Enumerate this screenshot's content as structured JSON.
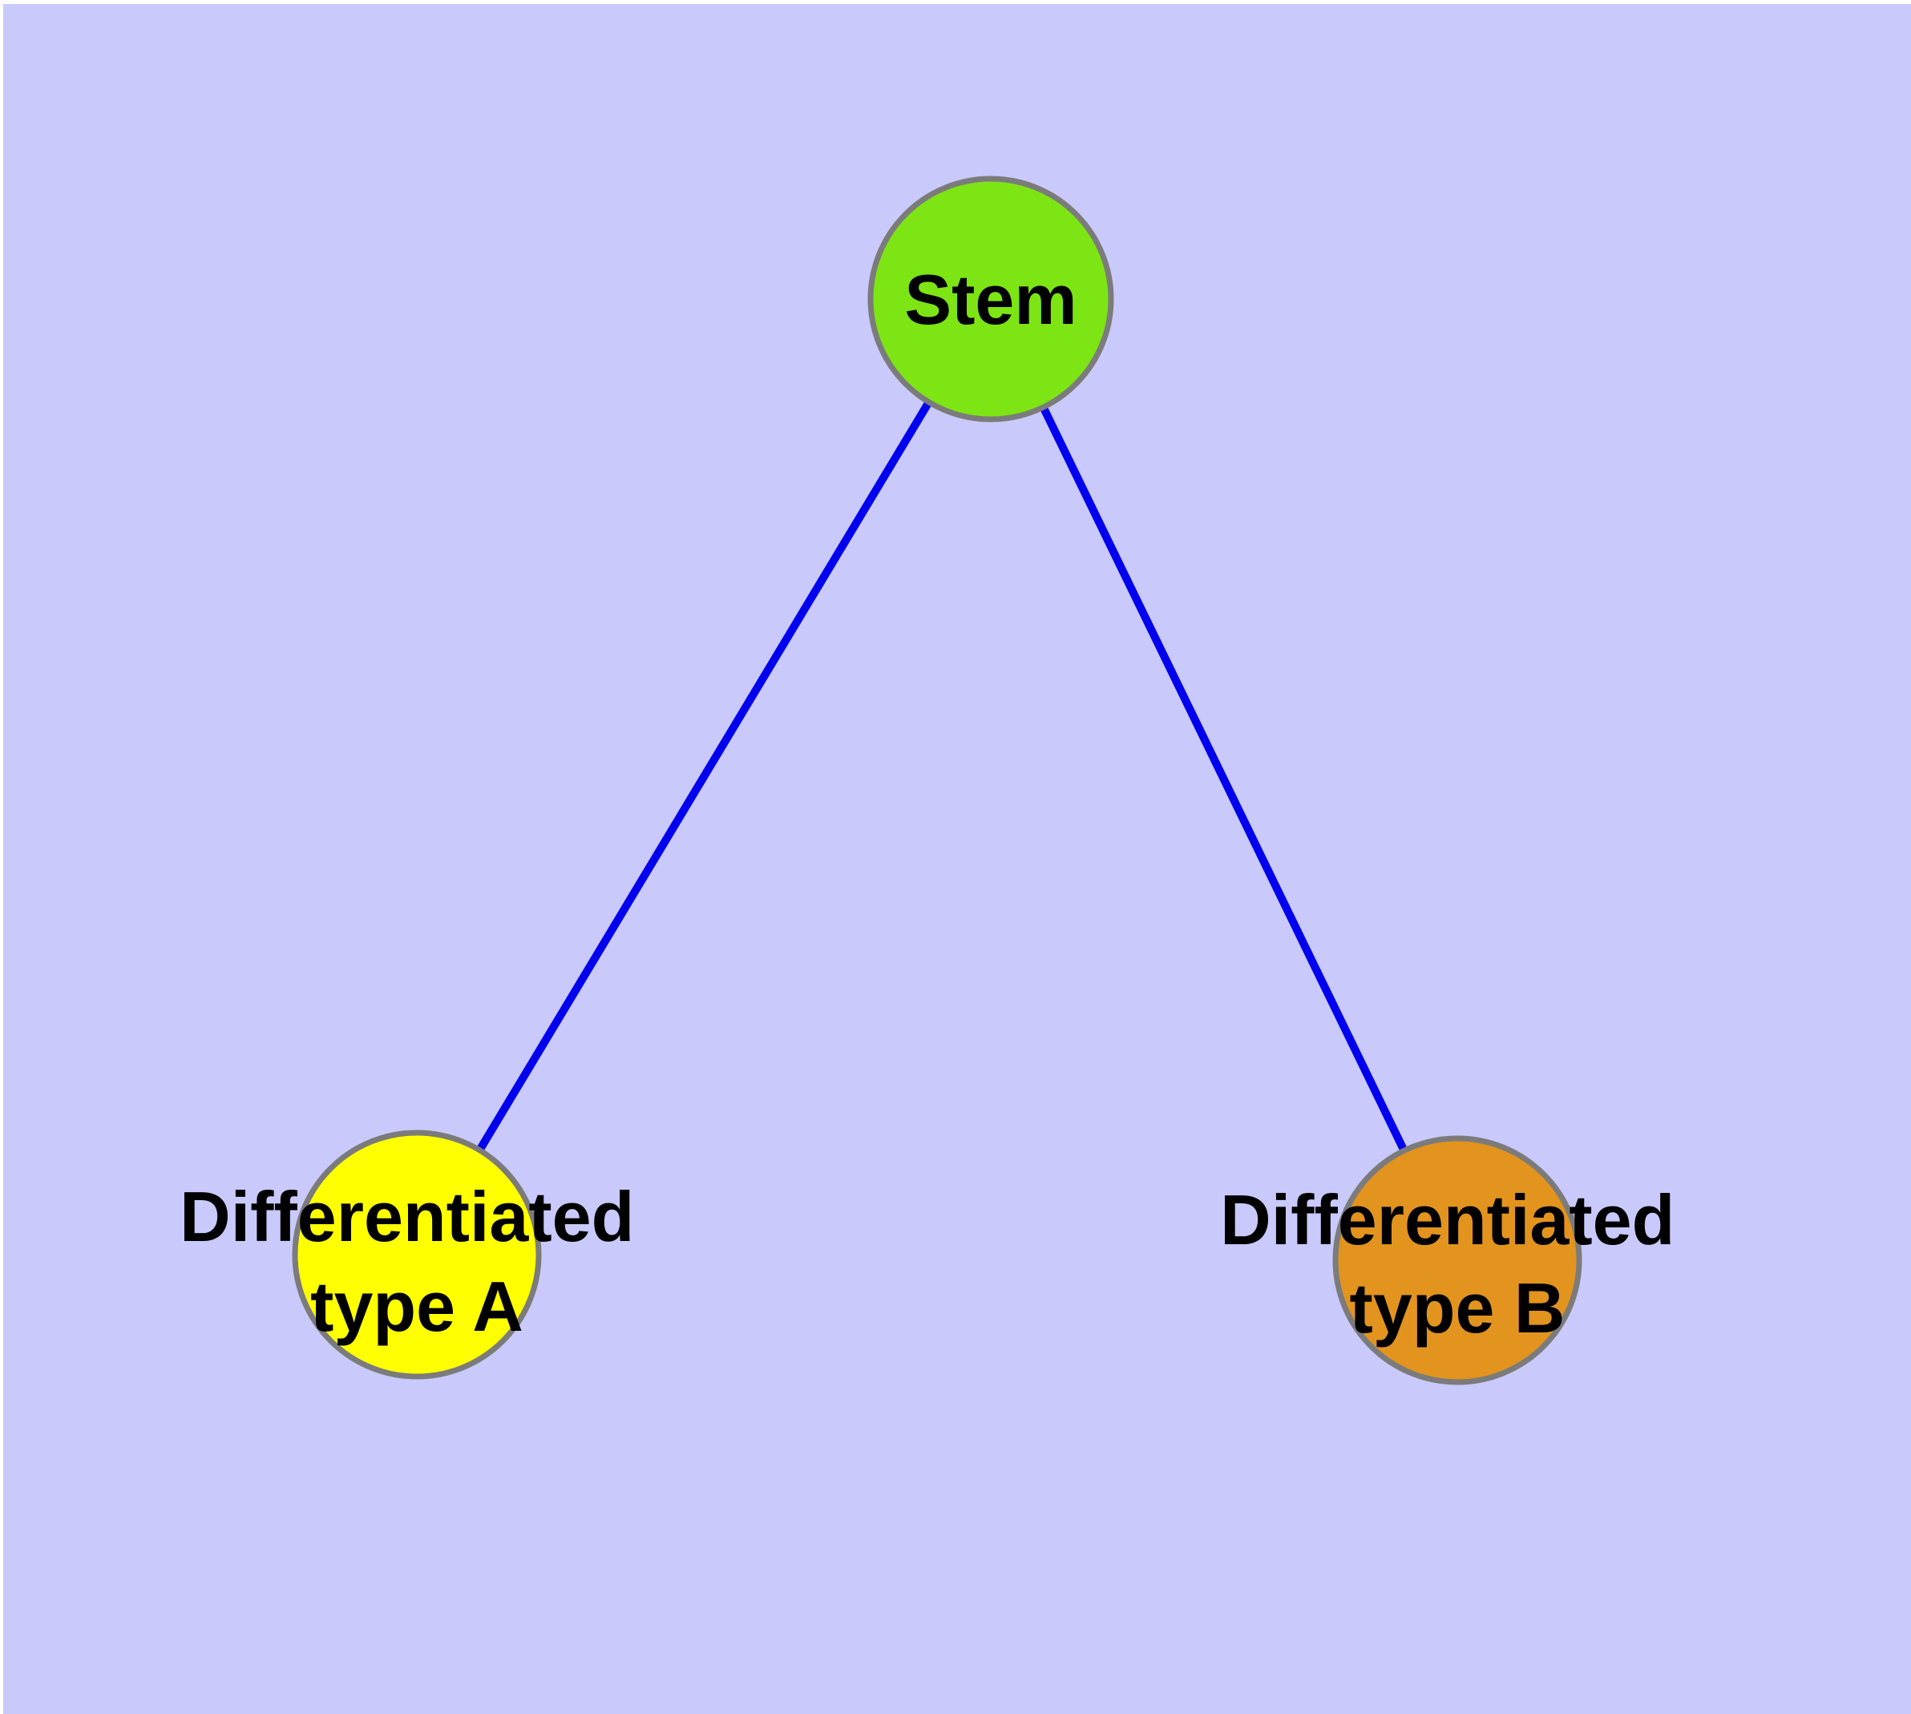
{
  "diagram": {
    "style": {
      "background_color": "#c9c9fb",
      "page_margin_color": "#ffffff",
      "edge_color": "#0000ee",
      "node_border_color": "#7b7b7b",
      "label_color": "#000000"
    },
    "nodes": [
      {
        "id": "stem",
        "label": "Stem",
        "fill": "#7ce513"
      },
      {
        "id": "differentiated-type-a",
        "label_line1": "Differentiated",
        "label_line2": "type A",
        "fill": "#ffff00"
      },
      {
        "id": "differentiated-type-b",
        "label_line1": "Differentiated",
        "label_line2": "type B",
        "fill": "#e2941e"
      }
    ],
    "edges": [
      {
        "from": "Stem",
        "to": "Differentiated type A"
      },
      {
        "from": "Stem",
        "to": "Differentiated type B"
      }
    ]
  }
}
